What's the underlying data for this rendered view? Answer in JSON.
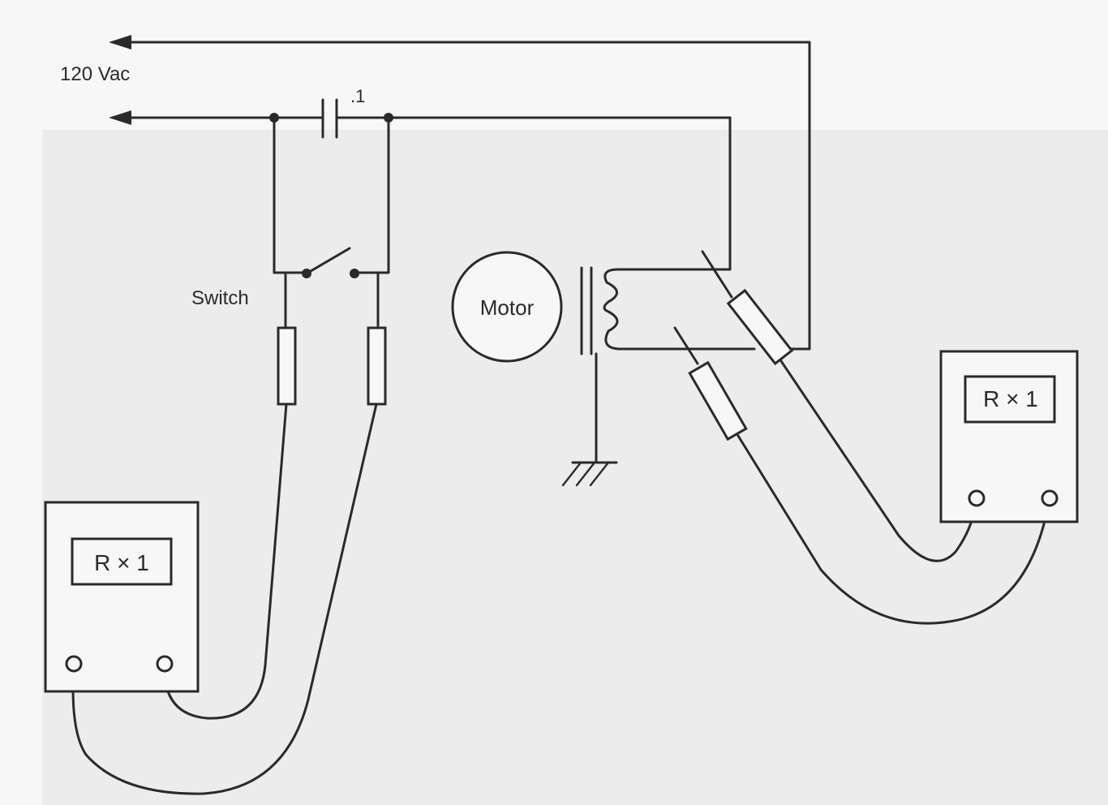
{
  "labels": {
    "supply": "120 Vac",
    "capacitor": ".1",
    "switch": "Switch",
    "motor": "Motor"
  },
  "meters": {
    "left": {
      "range": "R  ×  1"
    },
    "right": {
      "range": "R  ×  1"
    }
  }
}
